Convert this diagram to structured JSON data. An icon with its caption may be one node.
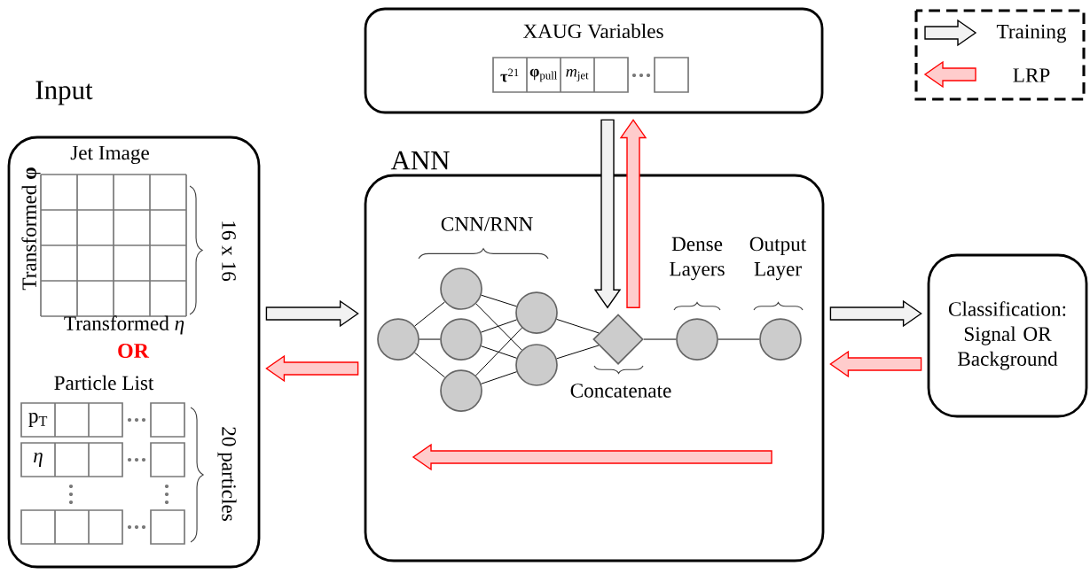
{
  "diagram": {
    "nodes": [
      {
        "text": [
          "Input"
        ]
      },
      {
        "text": [
          "XAUG Variables"
        ]
      },
      {
        "text": [
          "ANN"
        ]
      },
      {
        "text": [
          "Classification: Signal OR Background"
        ]
      },
      {
        "text": [],
        "shape": "circle",
        "in": 2
      },
      {
        "text": [],
        "shape": "circle",
        "in": 2
      },
      {
        "text": [],
        "shape": "circle",
        "in": 2
      },
      {
        "text": [],
        "shape": "circle",
        "in": 2
      },
      {
        "text": [],
        "shape": "circle",
        "in": 2
      },
      {
        "text": [],
        "shape": "circle",
        "in": 2
      },
      {
        "text": [],
        "shape": "diamond",
        "in": 2,
        "beside": [
          "Concatenate"
        ]
      },
      {
        "text": [],
        "shape": "circle",
        "in": 2
      },
      {
        "text": [],
        "shape": "circle",
        "in": 2
      }
    ],
    "edges": [
      {
        "from": 0,
        "to": 2,
        "arrow": "to"
      },
      {
        "from": 2,
        "to": 0,
        "arrow": "to",
        "color": "#ff0000"
      },
      {
        "from": 1,
        "to": 10,
        "arrow": "to"
      },
      {
        "from": 10,
        "to": 1,
        "arrow": "to",
        "color": "#ff0000"
      },
      {
        "from": 2,
        "to": 3,
        "arrow": "to"
      },
      {
        "from": 3,
        "to": 2,
        "arrow": "to",
        "color": "#ff0000"
      },
      {
        "from": 4,
        "to": 5,
        "arrow": "none"
      },
      {
        "from": 4,
        "to": 6,
        "arrow": "none"
      },
      {
        "from": 4,
        "to": 7,
        "arrow": "none"
      },
      {
        "from": 5,
        "to": 8,
        "arrow": "none"
      },
      {
        "from": 5,
        "to": 9,
        "arrow": "none"
      },
      {
        "from": 6,
        "to": 8,
        "arrow": "none"
      },
      {
        "from": 6,
        "to": 9,
        "arrow": "none"
      },
      {
        "from": 7,
        "to": 8,
        "arrow": "none"
      },
      {
        "from": 7,
        "to": 9,
        "arrow": "none"
      },
      {
        "from": 8,
        "to": 10,
        "arrow": "none"
      },
      {
        "from": 9,
        "to": 10,
        "arrow": "none"
      },
      {
        "from": 10,
        "to": 11,
        "arrow": "none"
      },
      {
        "from": 11,
        "to": 12,
        "arrow": "none"
      }
    ],
    "labels": [
      "**τ**$^{21}$",
      "**φ**$_{pull}$",
      "*m*$_{jet}$",
      "Jet Image",
      "Transformed **φ**",
      "16 x 16",
      "Transformed *η*",
      "OR",
      "Particle List",
      "p$_{T}$",
      "*η*",
      "20 particles",
      "CNN/RNN",
      "Dense Layers",
      "Output Layer"
    ],
    "legend": [
      {
        "text": "Training"
      },
      {
        "text": "LRP"
      }
    ]
  }
}
